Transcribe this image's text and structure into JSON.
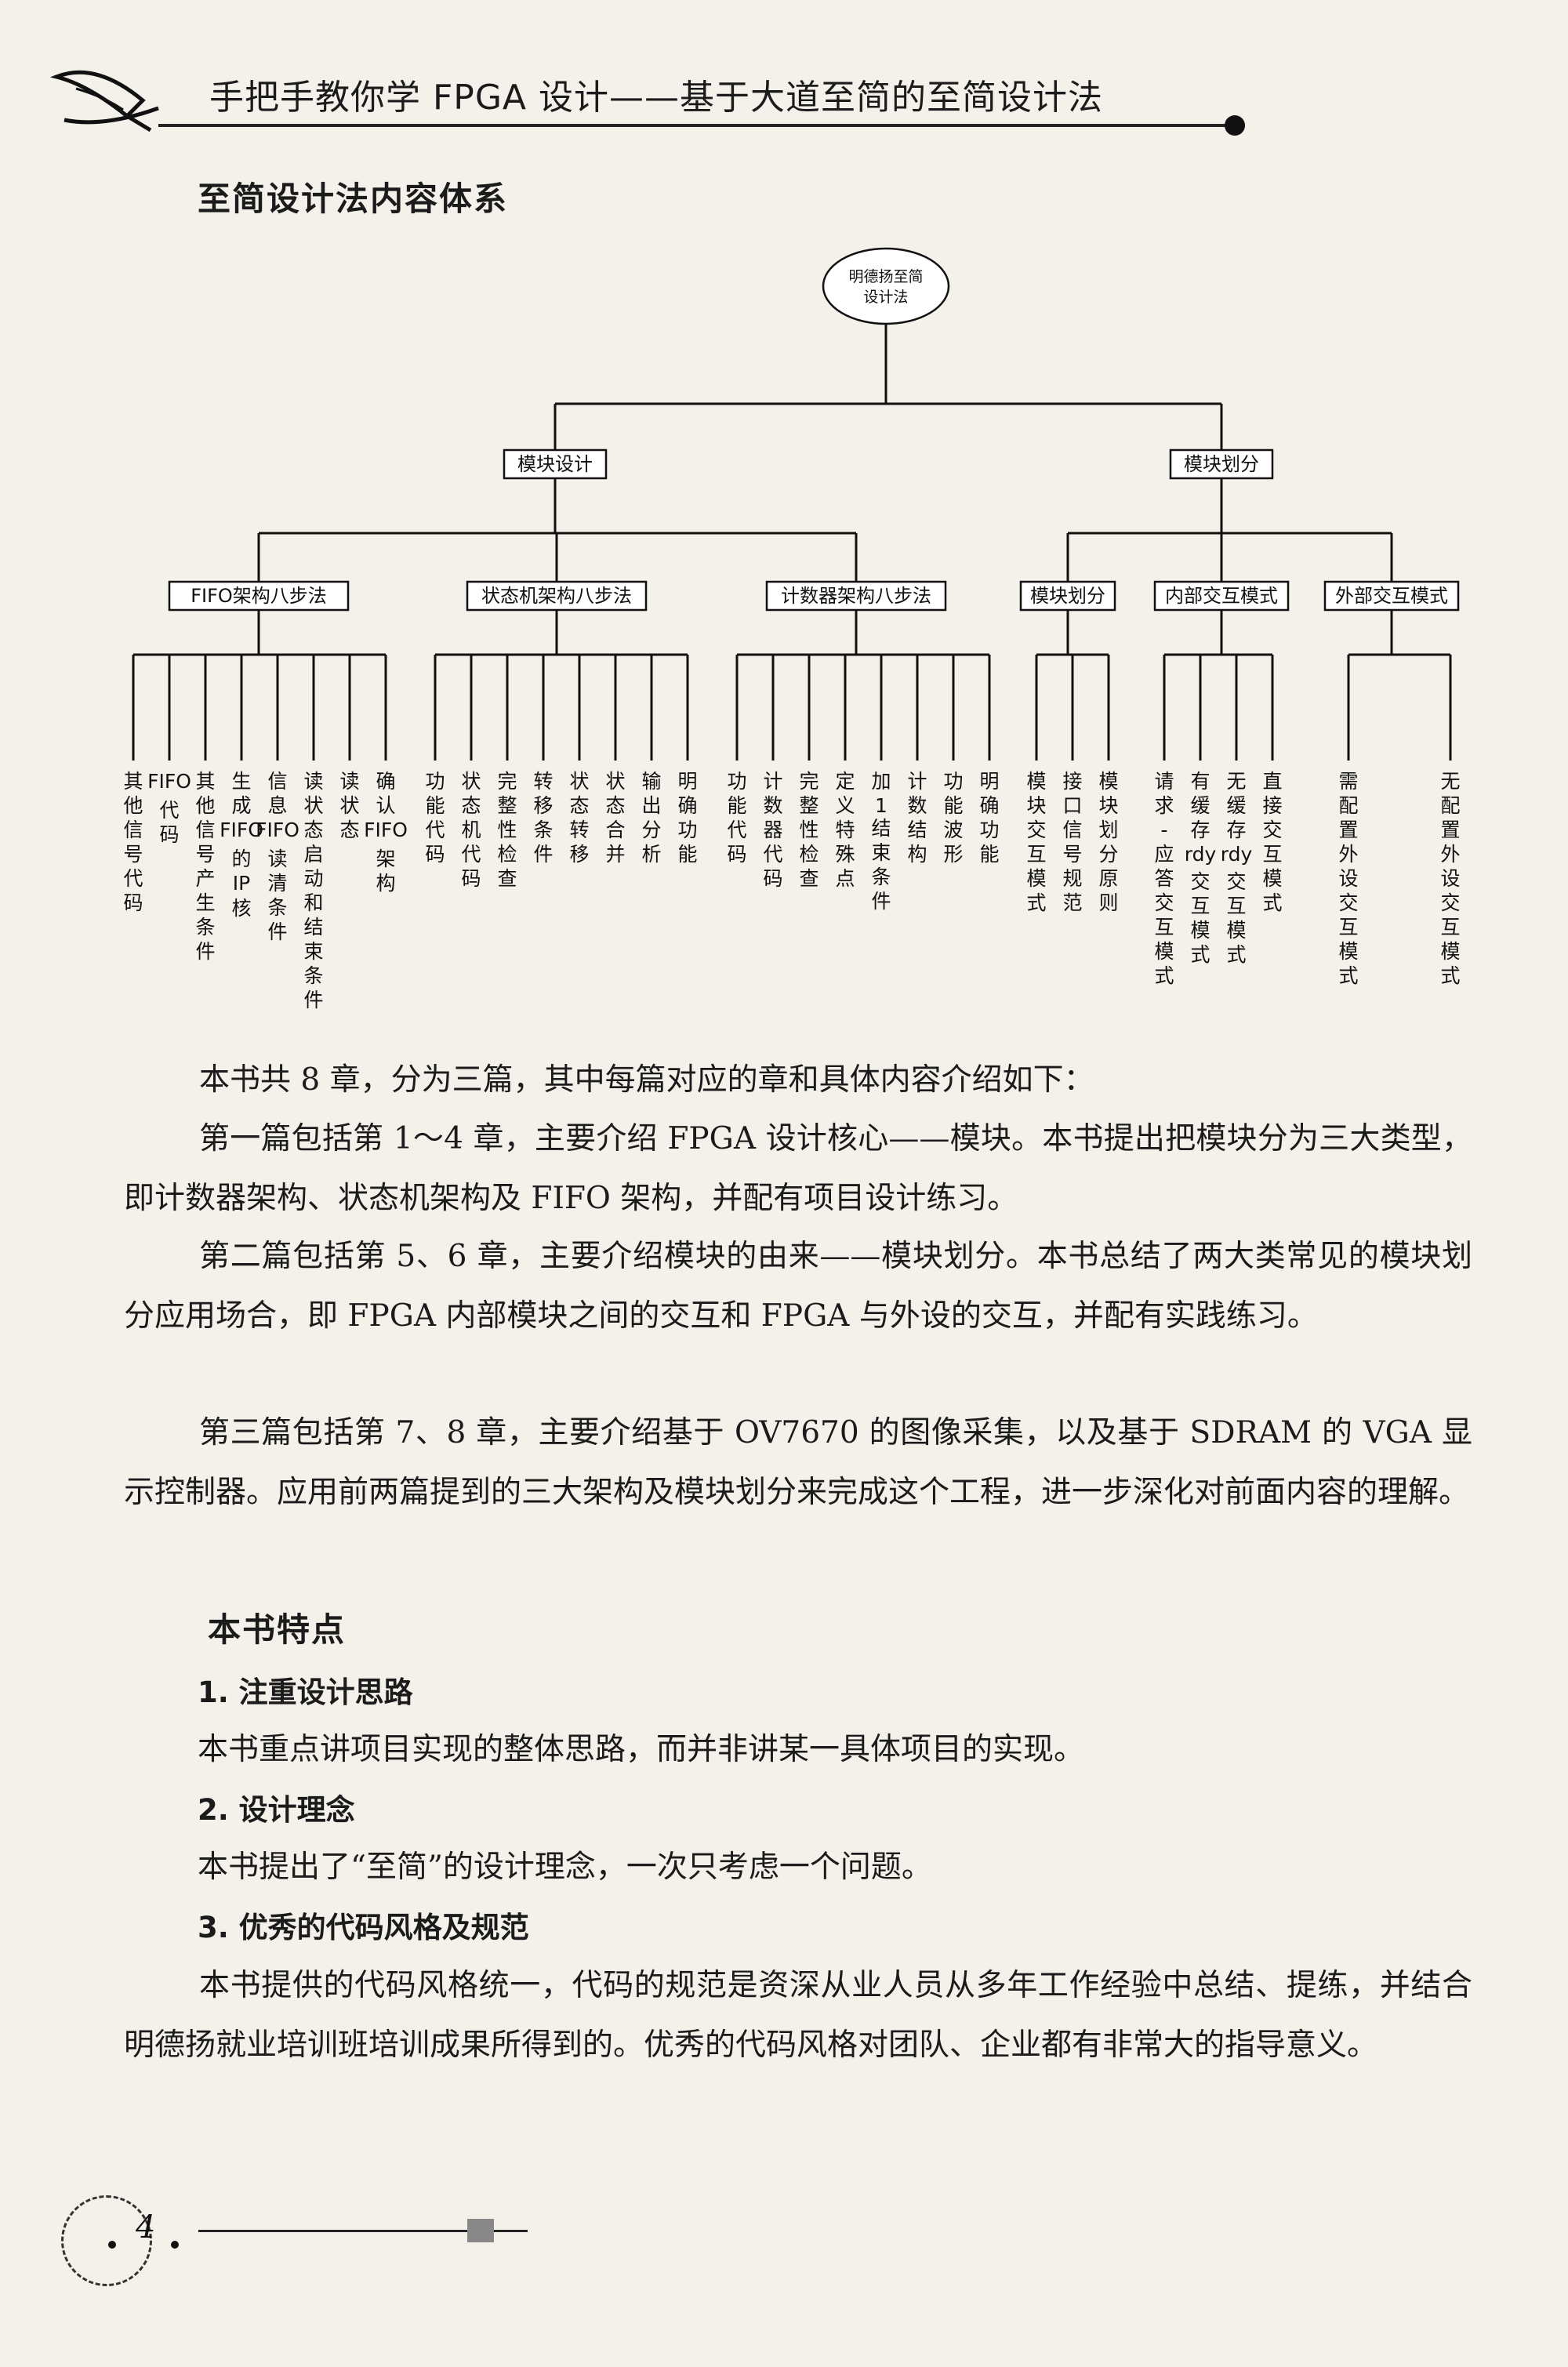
{
  "header": {
    "title": "手把手教你学 FPGA 设计——基于大道至简的至简设计法"
  },
  "section_title": "至简设计法内容体系",
  "diagram": {
    "root": [
      "明德扬至简",
      "设计法"
    ],
    "level1": [
      "模块设计",
      "模块划分"
    ],
    "level2": [
      "FIFO架构八步法",
      "状态机架构八步法",
      "计数器架构八步法",
      "模块划分",
      "内部交互模式",
      "外部交互模式"
    ],
    "leaves": [
      [
        "其他信号代码",
        "FIFO代码",
        "其他信号产生条件",
        "生成FIFO的IP核",
        "信息FIFO读清条件",
        "读状态启动和结束条件",
        "读状态",
        "确认FIFO架构"
      ],
      [
        "功能代码",
        "状态机代码",
        "完整性检查",
        "转移条件",
        "状态转移",
        "状态合并",
        "输出分析",
        "明确功能"
      ],
      [
        "功能代码",
        "计数器代码",
        "完整性检查",
        "定义特殊点",
        "加1结束条件",
        "计数结构",
        "功能波形",
        "明确功能"
      ],
      [
        "模块交互模式",
        "接口信号规范",
        "模块划分原则"
      ],
      [
        "请求-应答交互模式",
        "有缓存rdy交互模式",
        "无缓存rdy交互模式",
        "直接交互模式"
      ],
      [
        "需配置外设交互模式",
        "无配置外设交互模式"
      ]
    ]
  },
  "paragraphs": [
    "本书共 8 章，分为三篇，其中每篇对应的章和具体内容介绍如下：",
    "第一篇包括第 1～4 章，主要介绍 FPGA 设计核心——模块。本书提出把模块分为三大类型，即计数器架构、状态机架构及 FIFO 架构，并配有项目设计练习。",
    "第二篇包括第 5、6 章，主要介绍模块的由来——模块划分。本书总结了两大类常见的模块划分应用场合，即 FPGA 内部模块之间的交互和 FPGA 与外设的交互，并配有实践练习。",
    "第三篇包括第 7、8 章，主要介绍基于 OV7670 的图像采集，以及基于 SDRAM 的 VGA 显示控制器。应用前两篇提到的三大架构及模块划分来完成这个工程，进一步深化对前面内容的理解。"
  ],
  "features": {
    "title": "本书特点",
    "items": [
      {
        "heading": "1. 注重设计思路",
        "body": "本书重点讲项目实现的整体思路，而并非讲某一具体项目的实现。"
      },
      {
        "heading": "2. 设计理念",
        "body": "本书提出了“至简”的设计理念，一次只考虑一个问题。"
      },
      {
        "heading": "3. 优秀的代码风格及规范",
        "body": "本书提供的代码风格统一，代码的规范是资深从业人员从多年工作经验中总结、提练，并结合明德扬就业培训班培训成果所得到的。优秀的代码风格对团队、企业都有非常大的指导意义。"
      }
    ]
  },
  "page_number": "4"
}
